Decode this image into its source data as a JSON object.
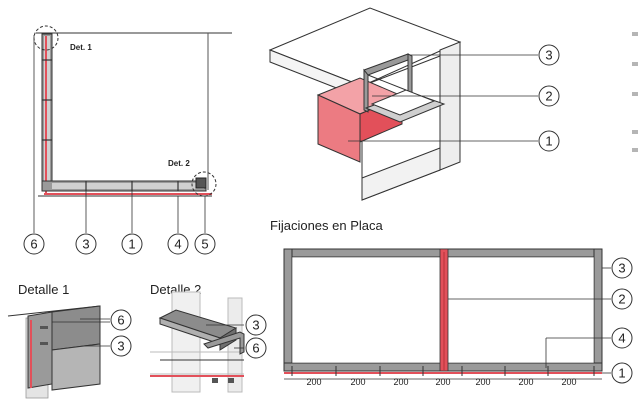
{
  "colors": {
    "accent": "#e2505a",
    "accent_fill": "#ec7b82",
    "profile": "#8c8c8c",
    "panel": "#d6d6d6",
    "line": "#333333"
  },
  "section_view": {
    "callout_det1": "Det. 1",
    "callout_det2": "Det. 2",
    "markers": [
      "6",
      "3",
      "1",
      "4",
      "5"
    ]
  },
  "iso_view": {
    "markers": [
      "3",
      "2",
      "1"
    ]
  },
  "plan_view": {
    "title": "Fijaciones en Placa",
    "markers": [
      "3",
      "2",
      "4",
      "1"
    ],
    "spacings": [
      "200",
      "200",
      "200",
      "200",
      "200",
      "200",
      "200"
    ]
  },
  "detail_1": {
    "title": "Detalle 1",
    "markers": [
      "6",
      "3"
    ]
  },
  "detail_2": {
    "title": "Detalle 2",
    "markers": [
      "3",
      "6"
    ]
  }
}
